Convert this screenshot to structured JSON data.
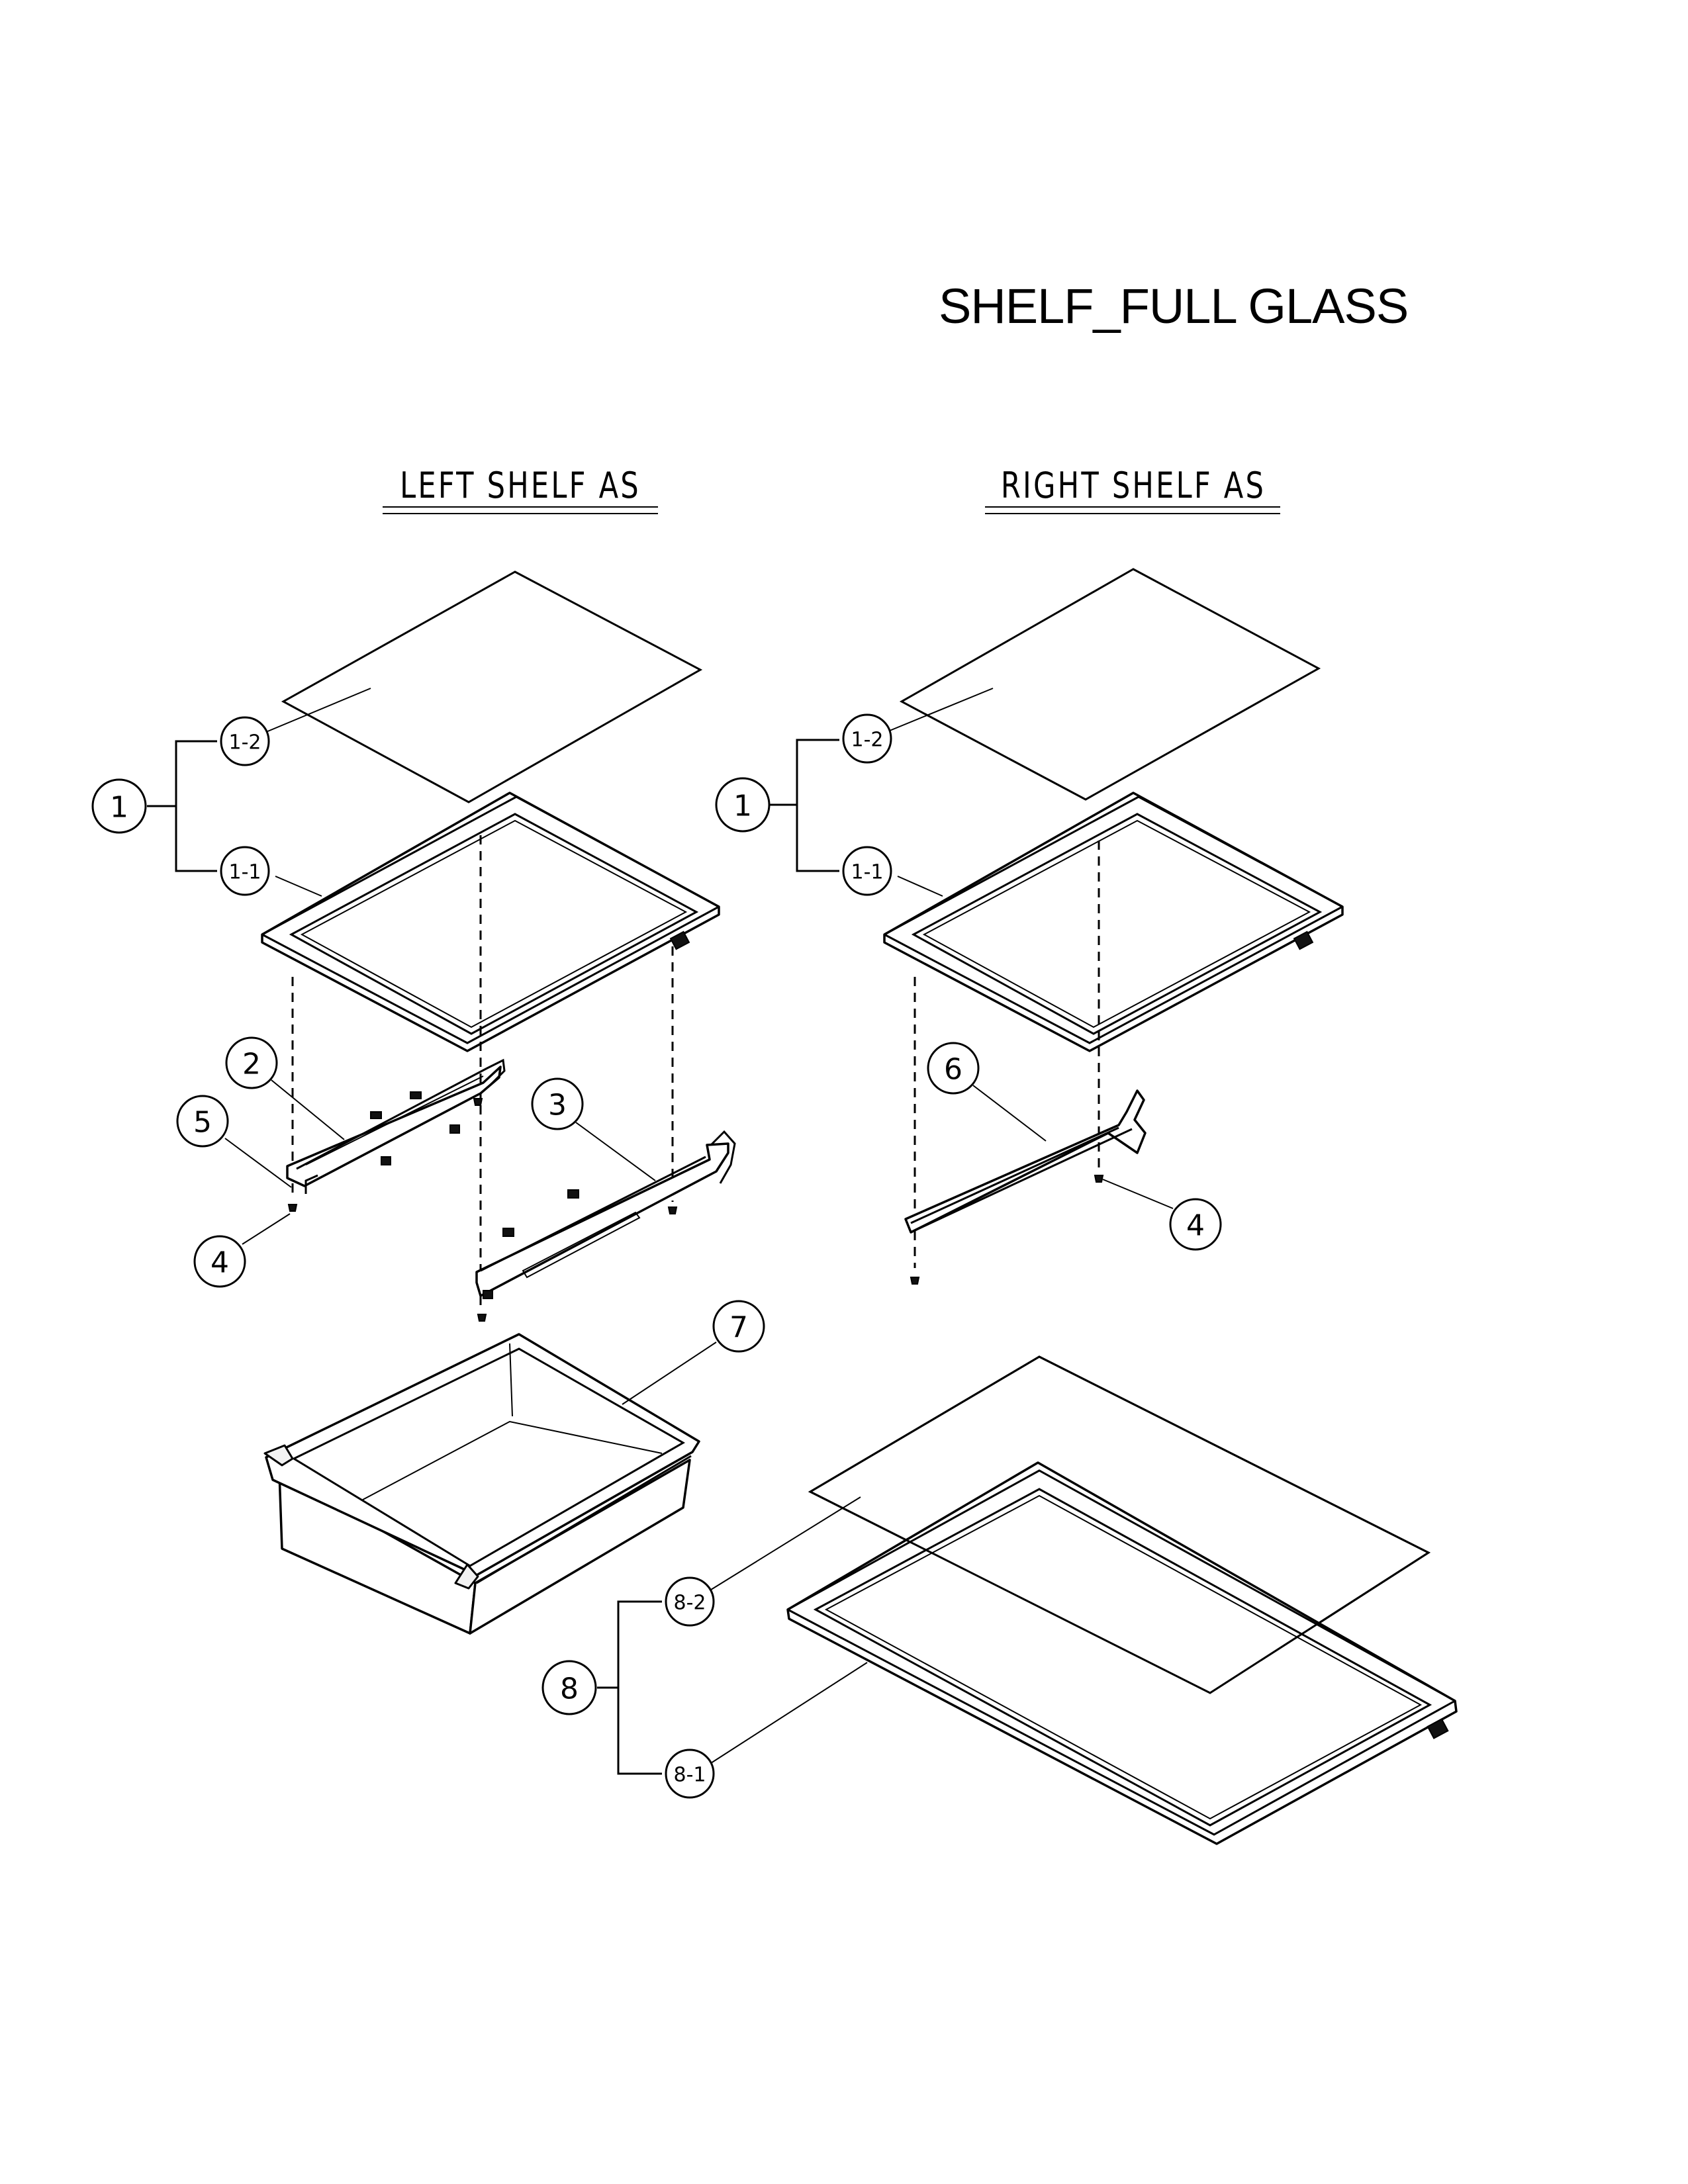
{
  "title": "SHELF_FULL GLASS",
  "sections": {
    "left": "LEFT SHELF AS",
    "right": "RIGHT SHELF AS"
  },
  "callouts": {
    "left_1": "1",
    "left_1_1": "1-1",
    "left_1_2": "1-2",
    "left_2": "2",
    "left_3": "3",
    "left_4": "4",
    "left_5": "5",
    "left_7": "7",
    "right_1": "1",
    "right_1_1": "1-1",
    "right_1_2": "1-2",
    "right_4": "4",
    "right_6": "6",
    "bottom_8": "8",
    "bottom_8_1": "8-1",
    "bottom_8_2": "8-2"
  }
}
